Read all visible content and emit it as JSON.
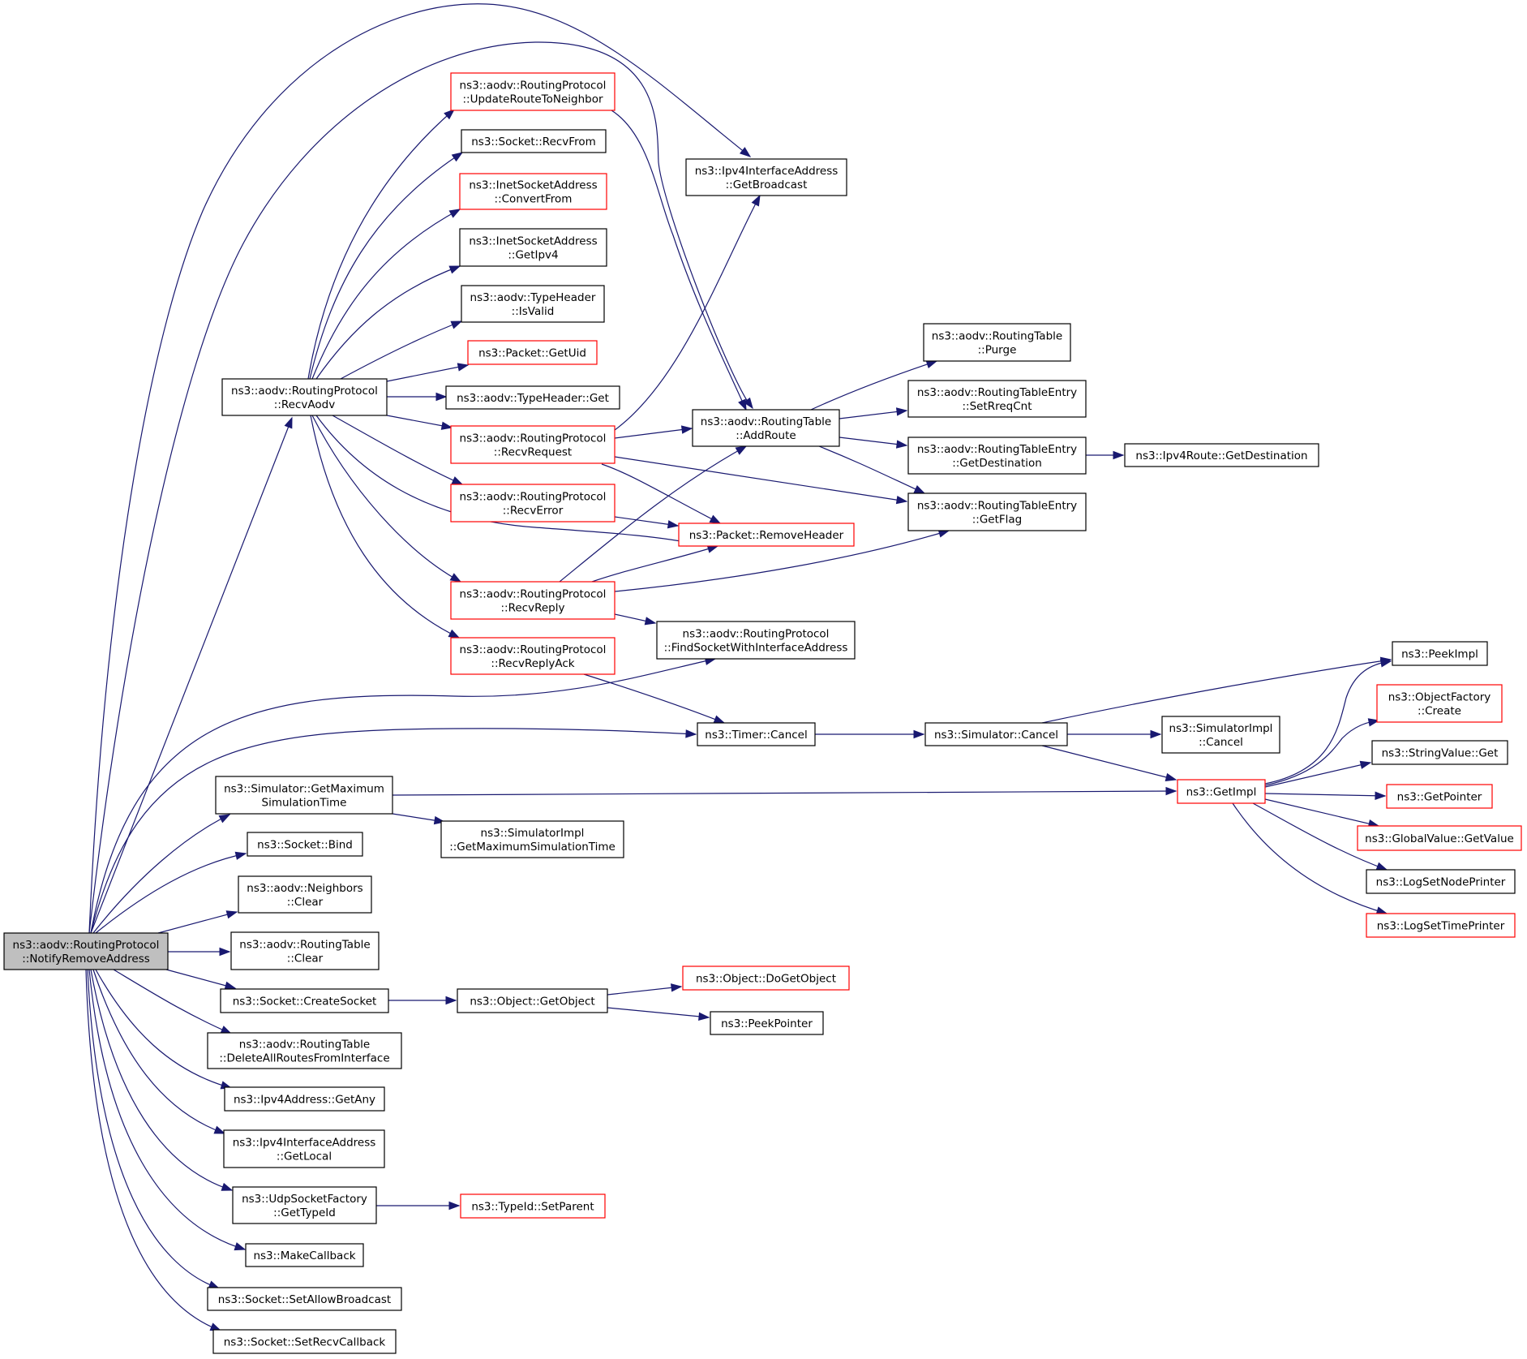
{
  "diagram": {
    "type": "doxygen-call-graph",
    "root": "notify_remove_address",
    "colors": {
      "edge": "#191970",
      "node_border": "#000000",
      "truncated_node_border": "#ff0000",
      "root_fill": "#bfbfbf",
      "node_fill": "#ffffff"
    },
    "nodes": [
      {
        "id": "notify_remove_address",
        "lines": [
          "ns3::aodv::RoutingProtocol",
          "::NotifyRemoveAddress"
        ],
        "kind": "root"
      },
      {
        "id": "recv_aodv",
        "lines": [
          "ns3::aodv::RoutingProtocol",
          "::RecvAodv"
        ],
        "kind": "normal"
      },
      {
        "id": "update_route_to_neighbor",
        "lines": [
          "ns3::aodv::RoutingProtocol",
          "::UpdateRouteToNeighbor"
        ],
        "kind": "truncated"
      },
      {
        "id": "socket_recv_from",
        "lines": [
          "ns3::Socket::RecvFrom"
        ],
        "kind": "normal"
      },
      {
        "id": "inet_convert_from",
        "lines": [
          "ns3::InetSocketAddress",
          "::ConvertFrom"
        ],
        "kind": "truncated"
      },
      {
        "id": "inet_get_ipv4",
        "lines": [
          "ns3::InetSocketAddress",
          "::GetIpv4"
        ],
        "kind": "normal"
      },
      {
        "id": "typeheader_is_valid",
        "lines": [
          "ns3::aodv::TypeHeader",
          "::IsValid"
        ],
        "kind": "normal"
      },
      {
        "id": "packet_get_uid",
        "lines": [
          "ns3::Packet::GetUid"
        ],
        "kind": "truncated"
      },
      {
        "id": "typeheader_get",
        "lines": [
          "ns3::aodv::TypeHeader::Get"
        ],
        "kind": "normal"
      },
      {
        "id": "recv_request",
        "lines": [
          "ns3::aodv::RoutingProtocol",
          "::RecvRequest"
        ],
        "kind": "truncated"
      },
      {
        "id": "recv_error",
        "lines": [
          "ns3::aodv::RoutingProtocol",
          "::RecvError"
        ],
        "kind": "truncated"
      },
      {
        "id": "recv_reply",
        "lines": [
          "ns3::aodv::RoutingProtocol",
          "::RecvReply"
        ],
        "kind": "truncated"
      },
      {
        "id": "recv_reply_ack",
        "lines": [
          "ns3::aodv::RoutingProtocol",
          "::RecvReplyAck"
        ],
        "kind": "truncated"
      },
      {
        "id": "get_broadcast",
        "lines": [
          "ns3::Ipv4InterfaceAddress",
          "::GetBroadcast"
        ],
        "kind": "normal"
      },
      {
        "id": "add_route",
        "lines": [
          "ns3::aodv::RoutingTable",
          "::AddRoute"
        ],
        "kind": "normal"
      },
      {
        "id": "remove_header",
        "lines": [
          "ns3::Packet::RemoveHeader"
        ],
        "kind": "truncated"
      },
      {
        "id": "find_socket",
        "lines": [
          "ns3::aodv::RoutingProtocol",
          "::FindSocketWithInterfaceAddress"
        ],
        "kind": "normal"
      },
      {
        "id": "timer_cancel",
        "lines": [
          "ns3::Timer::Cancel"
        ],
        "kind": "normal"
      },
      {
        "id": "rt_purge",
        "lines": [
          "ns3::aodv::RoutingTable",
          "::Purge"
        ],
        "kind": "normal"
      },
      {
        "id": "rte_set_rreq_cnt",
        "lines": [
          "ns3::aodv::RoutingTableEntry",
          "::SetRreqCnt"
        ],
        "kind": "normal"
      },
      {
        "id": "rte_get_destination",
        "lines": [
          "ns3::aodv::RoutingTableEntry",
          "::GetDestination"
        ],
        "kind": "normal"
      },
      {
        "id": "rte_get_flag",
        "lines": [
          "ns3::aodv::RoutingTableEntry",
          "::GetFlag"
        ],
        "kind": "normal"
      },
      {
        "id": "ipv4route_get_destination",
        "lines": [
          "ns3::Ipv4Route::GetDestination"
        ],
        "kind": "normal"
      },
      {
        "id": "simulator_cancel",
        "lines": [
          "ns3::Simulator::Cancel"
        ],
        "kind": "normal"
      },
      {
        "id": "simulatorimpl_cancel",
        "lines": [
          "ns3::SimulatorImpl",
          "::Cancel"
        ],
        "kind": "normal"
      },
      {
        "id": "get_impl",
        "lines": [
          "ns3::GetImpl"
        ],
        "kind": "truncated"
      },
      {
        "id": "peek_impl",
        "lines": [
          "ns3::PeekImpl"
        ],
        "kind": "normal"
      },
      {
        "id": "object_factory_create",
        "lines": [
          "ns3::ObjectFactory",
          "::Create"
        ],
        "kind": "truncated"
      },
      {
        "id": "string_value_get",
        "lines": [
          "ns3::StringValue::Get"
        ],
        "kind": "normal"
      },
      {
        "id": "get_pointer",
        "lines": [
          "ns3::GetPointer"
        ],
        "kind": "truncated"
      },
      {
        "id": "global_value_get_value",
        "lines": [
          "ns3::GlobalValue::GetValue"
        ],
        "kind": "truncated"
      },
      {
        "id": "log_set_node_printer",
        "lines": [
          "ns3::LogSetNodePrinter"
        ],
        "kind": "normal"
      },
      {
        "id": "log_set_time_printer",
        "lines": [
          "ns3::LogSetTimePrinter"
        ],
        "kind": "truncated"
      },
      {
        "id": "get_max_sim_time",
        "lines": [
          "ns3::Simulator::GetMaximum",
          "SimulationTime"
        ],
        "kind": "normal"
      },
      {
        "id": "simimpl_get_max_sim_time",
        "lines": [
          "ns3::SimulatorImpl",
          "::GetMaximumSimulationTime"
        ],
        "kind": "normal"
      },
      {
        "id": "socket_bind",
        "lines": [
          "ns3::Socket::Bind"
        ],
        "kind": "normal"
      },
      {
        "id": "neighbors_clear",
        "lines": [
          "ns3::aodv::Neighbors",
          "::Clear"
        ],
        "kind": "normal"
      },
      {
        "id": "routing_table_clear",
        "lines": [
          "ns3::aodv::RoutingTable",
          "::Clear"
        ],
        "kind": "normal"
      },
      {
        "id": "create_socket",
        "lines": [
          "ns3::Socket::CreateSocket"
        ],
        "kind": "normal"
      },
      {
        "id": "object_get_object",
        "lines": [
          "ns3::Object::GetObject"
        ],
        "kind": "normal"
      },
      {
        "id": "object_do_get_object",
        "lines": [
          "ns3::Object::DoGetObject"
        ],
        "kind": "truncated"
      },
      {
        "id": "peek_pointer",
        "lines": [
          "ns3::PeekPointer"
        ],
        "kind": "normal"
      },
      {
        "id": "delete_all_routes",
        "lines": [
          "ns3::aodv::RoutingTable",
          "::DeleteAllRoutesFromInterface"
        ],
        "kind": "normal"
      },
      {
        "id": "ipv4address_get_any",
        "lines": [
          "ns3::Ipv4Address::GetAny"
        ],
        "kind": "normal"
      },
      {
        "id": "get_local",
        "lines": [
          "ns3::Ipv4InterfaceAddress",
          "::GetLocal"
        ],
        "kind": "normal"
      },
      {
        "id": "udp_get_type_id",
        "lines": [
          "ns3::UdpSocketFactory",
          "::GetTypeId"
        ],
        "kind": "normal"
      },
      {
        "id": "typeid_set_parent",
        "lines": [
          "ns3::TypeId::SetParent"
        ],
        "kind": "truncated"
      },
      {
        "id": "make_callback",
        "lines": [
          "ns3::MakeCallback"
        ],
        "kind": "normal"
      },
      {
        "id": "set_allow_broadcast",
        "lines": [
          "ns3::Socket::SetAllowBroadcast"
        ],
        "kind": "normal"
      },
      {
        "id": "set_recv_callback",
        "lines": [
          "ns3::Socket::SetRecvCallback"
        ],
        "kind": "normal"
      }
    ],
    "edges": [
      [
        "notify_remove_address",
        "get_broadcast"
      ],
      [
        "notify_remove_address",
        "add_route"
      ],
      [
        "notify_remove_address",
        "recv_aodv"
      ],
      [
        "notify_remove_address",
        "find_socket"
      ],
      [
        "notify_remove_address",
        "timer_cancel"
      ],
      [
        "notify_remove_address",
        "get_max_sim_time"
      ],
      [
        "notify_remove_address",
        "socket_bind"
      ],
      [
        "notify_remove_address",
        "neighbors_clear"
      ],
      [
        "notify_remove_address",
        "routing_table_clear"
      ],
      [
        "notify_remove_address",
        "create_socket"
      ],
      [
        "notify_remove_address",
        "delete_all_routes"
      ],
      [
        "notify_remove_address",
        "ipv4address_get_any"
      ],
      [
        "notify_remove_address",
        "get_local"
      ],
      [
        "notify_remove_address",
        "udp_get_type_id"
      ],
      [
        "notify_remove_address",
        "make_callback"
      ],
      [
        "notify_remove_address",
        "set_allow_broadcast"
      ],
      [
        "notify_remove_address",
        "set_recv_callback"
      ],
      [
        "recv_aodv",
        "update_route_to_neighbor"
      ],
      [
        "recv_aodv",
        "socket_recv_from"
      ],
      [
        "recv_aodv",
        "inet_convert_from"
      ],
      [
        "recv_aodv",
        "inet_get_ipv4"
      ],
      [
        "recv_aodv",
        "typeheader_is_valid"
      ],
      [
        "recv_aodv",
        "packet_get_uid"
      ],
      [
        "recv_aodv",
        "typeheader_get"
      ],
      [
        "recv_aodv",
        "recv_request"
      ],
      [
        "recv_aodv",
        "recv_error"
      ],
      [
        "recv_aodv",
        "remove_header"
      ],
      [
        "recv_aodv",
        "recv_reply"
      ],
      [
        "recv_aodv",
        "recv_reply_ack"
      ],
      [
        "update_route_to_neighbor",
        "add_route"
      ],
      [
        "recv_request",
        "get_broadcast"
      ],
      [
        "recv_request",
        "add_route"
      ],
      [
        "recv_request",
        "rte_get_flag"
      ],
      [
        "recv_request",
        "remove_header"
      ],
      [
        "recv_error",
        "remove_header"
      ],
      [
        "recv_reply",
        "add_route"
      ],
      [
        "recv_reply",
        "remove_header"
      ],
      [
        "recv_reply",
        "rte_get_flag"
      ],
      [
        "recv_reply",
        "find_socket"
      ],
      [
        "recv_reply_ack",
        "timer_cancel"
      ],
      [
        "add_route",
        "rt_purge"
      ],
      [
        "add_route",
        "rte_set_rreq_cnt"
      ],
      [
        "add_route",
        "rte_get_destination"
      ],
      [
        "add_route",
        "rte_get_flag"
      ],
      [
        "rte_get_destination",
        "ipv4route_get_destination"
      ],
      [
        "timer_cancel",
        "simulator_cancel"
      ],
      [
        "simulator_cancel",
        "simulatorimpl_cancel"
      ],
      [
        "simulator_cancel",
        "peek_impl"
      ],
      [
        "simulator_cancel",
        "get_impl"
      ],
      [
        "get_max_sim_time",
        "get_impl"
      ],
      [
        "get_max_sim_time",
        "simimpl_get_max_sim_time"
      ],
      [
        "get_impl",
        "peek_impl"
      ],
      [
        "get_impl",
        "object_factory_create"
      ],
      [
        "get_impl",
        "string_value_get"
      ],
      [
        "get_impl",
        "get_pointer"
      ],
      [
        "get_impl",
        "global_value_get_value"
      ],
      [
        "get_impl",
        "log_set_node_printer"
      ],
      [
        "get_impl",
        "log_set_time_printer"
      ],
      [
        "create_socket",
        "object_get_object"
      ],
      [
        "object_get_object",
        "object_do_get_object"
      ],
      [
        "object_get_object",
        "peek_pointer"
      ],
      [
        "udp_get_type_id",
        "typeid_set_parent"
      ]
    ]
  }
}
